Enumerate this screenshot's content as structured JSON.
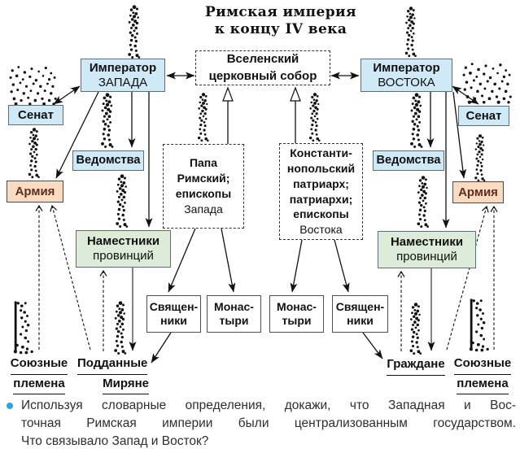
{
  "title": {
    "line1": "Римская империя",
    "line2": "к концу IV века"
  },
  "colors": {
    "box_blue": "#cfe9f7",
    "box_green": "#dcecd9",
    "box_peach": "#fbdac2",
    "army_text": "#5d2f1e",
    "bullet": "#2ba7df"
  },
  "center": {
    "council": {
      "line1": "Вселенский",
      "line2": "церковный собор"
    }
  },
  "west": {
    "emperor": {
      "line1": "Император",
      "line2": "ЗАПАДА"
    },
    "senate": "Сенат",
    "departments": "Ведомства",
    "army": "Армия",
    "governors": {
      "line1": "Наместники",
      "line2": "провинций"
    },
    "clergy": {
      "line1": "Папа",
      "line2": "Римский;",
      "line3": "епископы",
      "line4": "Запада"
    },
    "priests": {
      "line1": "Священ-",
      "line2": "ники"
    },
    "monasteries": {
      "line1": "Монас-",
      "line2": "тыри"
    },
    "allied_tribes": {
      "line1": "Союзные",
      "line2": "племена"
    },
    "subjects": {
      "line1": "Подданные",
      "line2": "Миряне"
    }
  },
  "east": {
    "emperor": {
      "line1": "Император",
      "line2": "ВОСТОКА"
    },
    "senate": "Сенат",
    "departments": "Ведомства",
    "army": "Армия",
    "governors": {
      "line1": "Наместники",
      "line2": "провинций"
    },
    "clergy": {
      "line1": "Константи-",
      "line2": "нопольский",
      "line3": "патриарх;",
      "line4": "патриархи;",
      "line5": "епископы",
      "line6": "Востока"
    },
    "monasteries": {
      "line1": "Монас-",
      "line2": "тыри"
    },
    "priests": {
      "line1": "Священ-",
      "line2": "ники"
    },
    "citizens": "Граждане",
    "allied_tribes": {
      "line1": "Союзные",
      "line2": "племена"
    }
  },
  "task": {
    "lines": [
      "Используя словарные определения, докажи, что Западная и Вос-",
      "точная Римская империи были централизованным государством.",
      "Что связывало Запад и Восток?"
    ]
  }
}
